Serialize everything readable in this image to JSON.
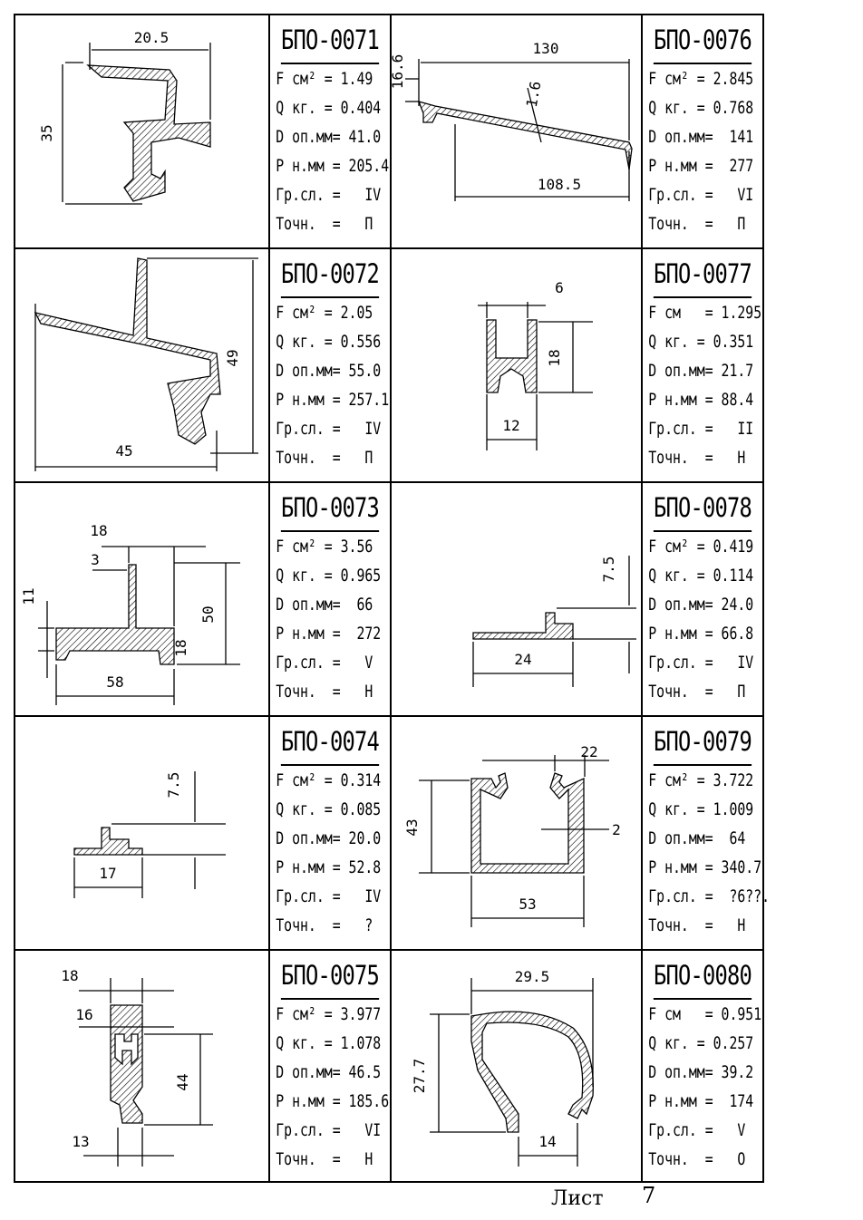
{
  "sheet": {
    "label": "Лист",
    "page": "7"
  },
  "cards": [
    {
      "code": "БПО-0071",
      "params": [
        "F см² = 1.49",
        "Q кг. = 0.404",
        "D оп.мм= 41.0",
        "P н.мм = 205.4",
        "Гр.сл. =   IV",
        "Точн.  =   П"
      ],
      "dims": [
        "20.5",
        "35"
      ]
    },
    {
      "code": "БПО-0076",
      "params": [
        "F см² = 2.845",
        "Q кг. = 0.768",
        "D оп.мм=  141",
        "P н.мм =  277",
        "Гр.сл. =   VI",
        "Точн.  =   П"
      ],
      "dims": [
        "130",
        "16.6",
        "1.6",
        "108.5"
      ]
    },
    {
      "code": "БПО-0072",
      "params": [
        "F см² = 2.05",
        "Q кг. = 0.556",
        "D оп.мм= 55.0",
        "P н.мм = 257.1",
        "Гр.сл. =   IV",
        "Точн.  =   П"
      ],
      "dims": [
        "49",
        "45"
      ]
    },
    {
      "code": "БПО-0077",
      "params": [
        "F см   = 1.295",
        "Q кг. = 0.351",
        "D оп.мм= 21.7",
        "P н.мм = 88.4",
        "Гр.сл. =   II",
        "Точн.  =   Н"
      ],
      "dims": [
        "6",
        "18",
        "12"
      ]
    },
    {
      "code": "БПО-0073",
      "params": [
        "F см² = 3.56",
        "Q кг. = 0.965",
        "D оп.мм=  66",
        "P н.мм =  272",
        "Гр.сл. =   V",
        "Точн.  =   Н"
      ],
      "dims": [
        "18",
        "3",
        "11",
        "50",
        "18",
        "58"
      ]
    },
    {
      "code": "БПО-0078",
      "params": [
        "F см² = 0.419",
        "Q кг. = 0.114",
        "D оп.мм= 24.0",
        "P н.мм = 66.8",
        "Гр.сл. =   IV",
        "Точн.  =   П"
      ],
      "dims": [
        "7.5",
        "24"
      ]
    },
    {
      "code": "БПО-0074",
      "params": [
        "F см² = 0.314",
        "Q кг. = 0.085",
        "D оп.мм= 20.0",
        "P н.мм = 52.8",
        "Гр.сл. =   IV",
        "Точн.  =   ?"
      ],
      "dims": [
        "7.5",
        "17"
      ]
    },
    {
      "code": "БПО-0079",
      "params": [
        "F см² = 3.722",
        "Q кг. = 1.009",
        "D оп.мм=  64",
        "P н.мм = 340.7",
        "Гр.сл. =  ?6??.",
        "Точн.  =   Н"
      ],
      "dims": [
        "22",
        "43",
        "2",
        "53"
      ]
    },
    {
      "code": "БПО-0075",
      "params": [
        "F см² = 3.977",
        "Q кг. = 1.078",
        "D оп.мм= 46.5",
        "P н.мм = 185.6",
        "Гр.сл. =   VI",
        "Точн.  =   Н"
      ],
      "dims": [
        "18",
        "16",
        "44",
        "13"
      ]
    },
    {
      "code": "БПО-0080",
      "params": [
        "F см   = 0.951",
        "Q кг. = 0.257",
        "D оп.мм= 39.2",
        "P н.мм =  174",
        "Гр.сл. =   V",
        "Точн.  =   О"
      ],
      "dims": [
        "29.5",
        "27.7",
        "14"
      ]
    }
  ]
}
